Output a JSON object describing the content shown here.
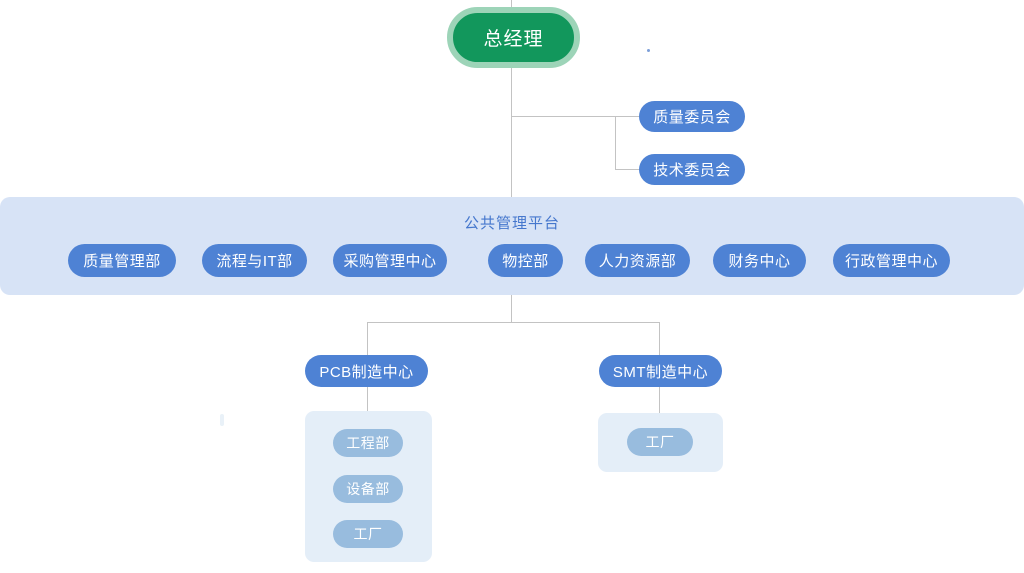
{
  "root": {
    "label": "总经理"
  },
  "committees": {
    "items": [
      "质量委员会",
      "技术委员会"
    ]
  },
  "platform": {
    "label": "公共管理平台",
    "departments": [
      "质量管理部",
      "流程与IT部",
      "采购管理中心",
      "物控部",
      "人力资源部",
      "财务中心",
      "行政管理中心"
    ]
  },
  "manufacturing": {
    "pcb": {
      "label": "PCB制造中心",
      "children": [
        "工程部",
        "设备部",
        "工厂"
      ]
    },
    "smt": {
      "label": "SMT制造中心",
      "children": [
        "工厂"
      ]
    }
  },
  "colors": {
    "root_green": "#12975c",
    "root_ring": "#9dd4b8",
    "node_blue": "#4e82d4",
    "band_bg": "#d7e3f6",
    "band_label": "#4577cd",
    "container_bg": "#e4eef8",
    "subnode_blue": "#98bcde",
    "line": "#c3c3c3",
    "text_light": "#ffffff"
  }
}
